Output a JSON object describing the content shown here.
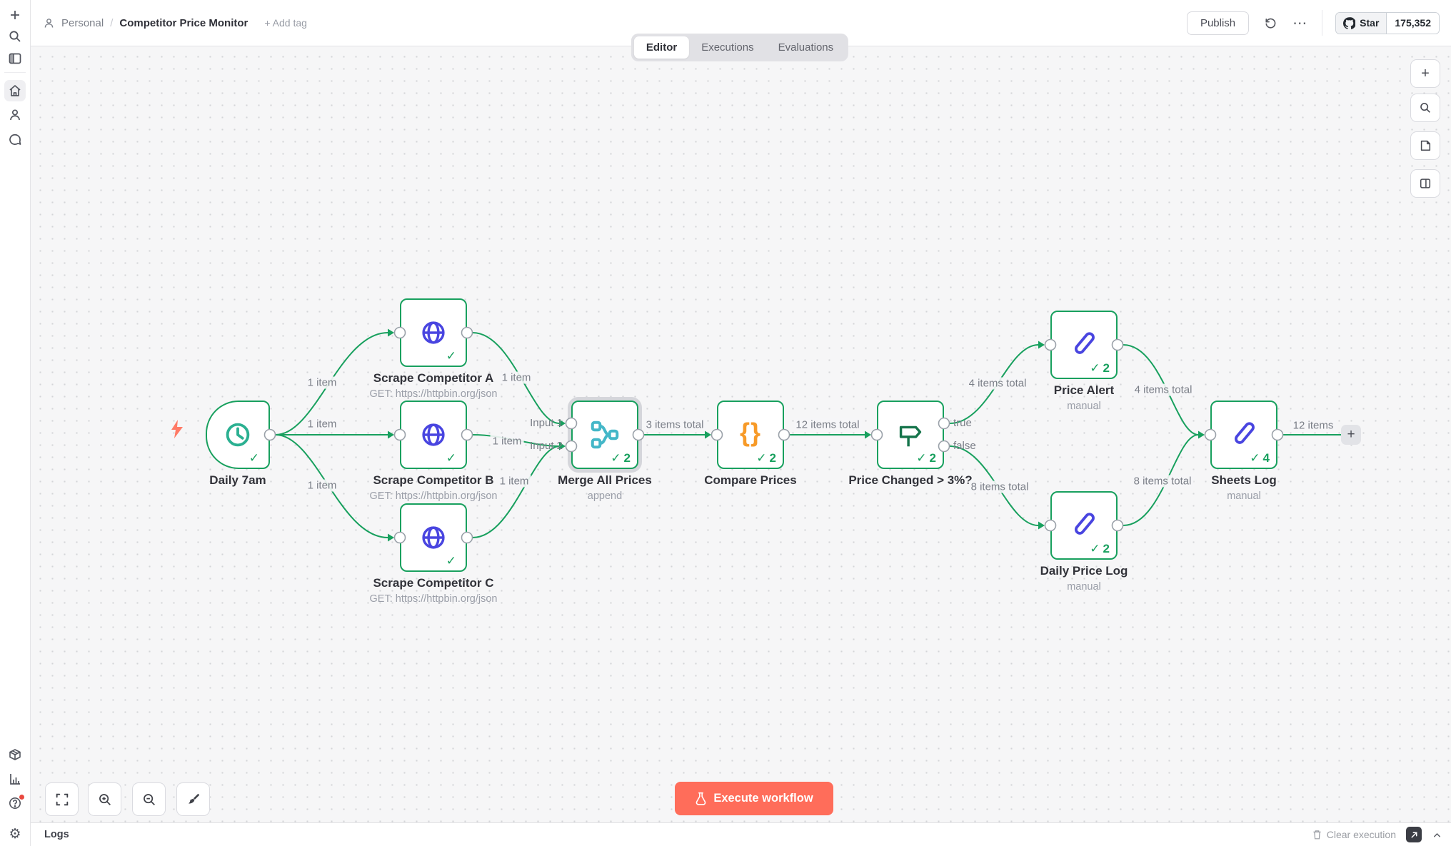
{
  "header": {
    "project": "Personal",
    "separator": "/",
    "title": "Competitor Price Monitor",
    "add_tag": "+ Add tag",
    "publish": "Publish",
    "github": {
      "star": "Star",
      "count": "175,352"
    }
  },
  "tabs": {
    "editor": "Editor",
    "executions": "Executions",
    "evaluations": "Evaluations"
  },
  "nodes": [
    {
      "name": "Daily 7am",
      "subtitle": "",
      "runs": ""
    },
    {
      "name": "Scrape Competitor A",
      "subtitle": "GET: https://httpbin.org/json",
      "runs": ""
    },
    {
      "name": "Scrape Competitor B",
      "subtitle": "GET: https://httpbin.org/json",
      "runs": ""
    },
    {
      "name": "Scrape Competitor C",
      "subtitle": "GET: https://httpbin.org/json",
      "runs": ""
    },
    {
      "name": "Merge All Prices",
      "subtitle": "append",
      "runs": "2"
    },
    {
      "name": "Compare Prices",
      "subtitle": "",
      "runs": "2"
    },
    {
      "name": "Price Changed > 3%?",
      "subtitle": "",
      "runs": "2"
    },
    {
      "name": "Price Alert",
      "subtitle": "manual",
      "runs": "2"
    },
    {
      "name": "Daily Price Log",
      "subtitle": "manual",
      "runs": "2"
    },
    {
      "name": "Sheets Log",
      "subtitle": "manual",
      "runs": "4"
    }
  ],
  "edge_labels": [
    "1 item",
    "1 item",
    "1 item",
    "1 item",
    "1 item",
    "1 item",
    "3 items total",
    "12 items total",
    "4 items total",
    "8 items total",
    "4 items total",
    "8 items total",
    "12 items"
  ],
  "ports": {
    "input1": "Input 1",
    "input2": "Input 2",
    "true_out": "true",
    "false_out": "false"
  },
  "execute_label": "Execute workflow",
  "logs": {
    "title": "Logs",
    "clear": "Clear execution"
  },
  "icons": {
    "check": "✓",
    "plus": "+",
    "ellipsis": "⋯",
    "gear": "⚙",
    "braces": "{}"
  }
}
